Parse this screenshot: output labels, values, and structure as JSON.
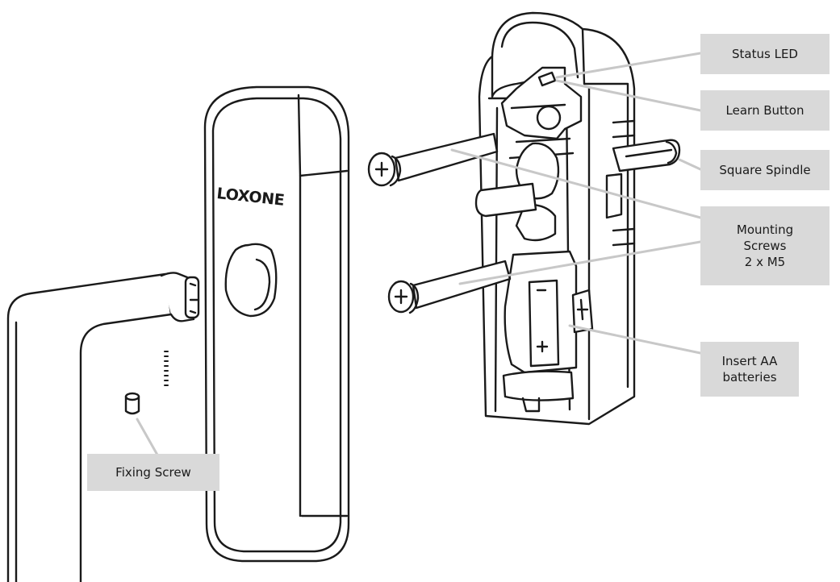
{
  "product": {
    "brand_text": "LOXONE"
  },
  "callouts": {
    "status_led": "Status LED",
    "learn_button": "Learn Button",
    "square_spindle": "Square Spindle",
    "mounting_screws": "Mounting\nScrews\n2 x M5",
    "insert_batteries": "Insert AA\nbatteries",
    "fixing_screw": "Fixing Screw"
  },
  "colors": {
    "label_box": "#d9d9d9",
    "line_art": "#1a1a1a",
    "leader_line": "#c8c8c8"
  }
}
